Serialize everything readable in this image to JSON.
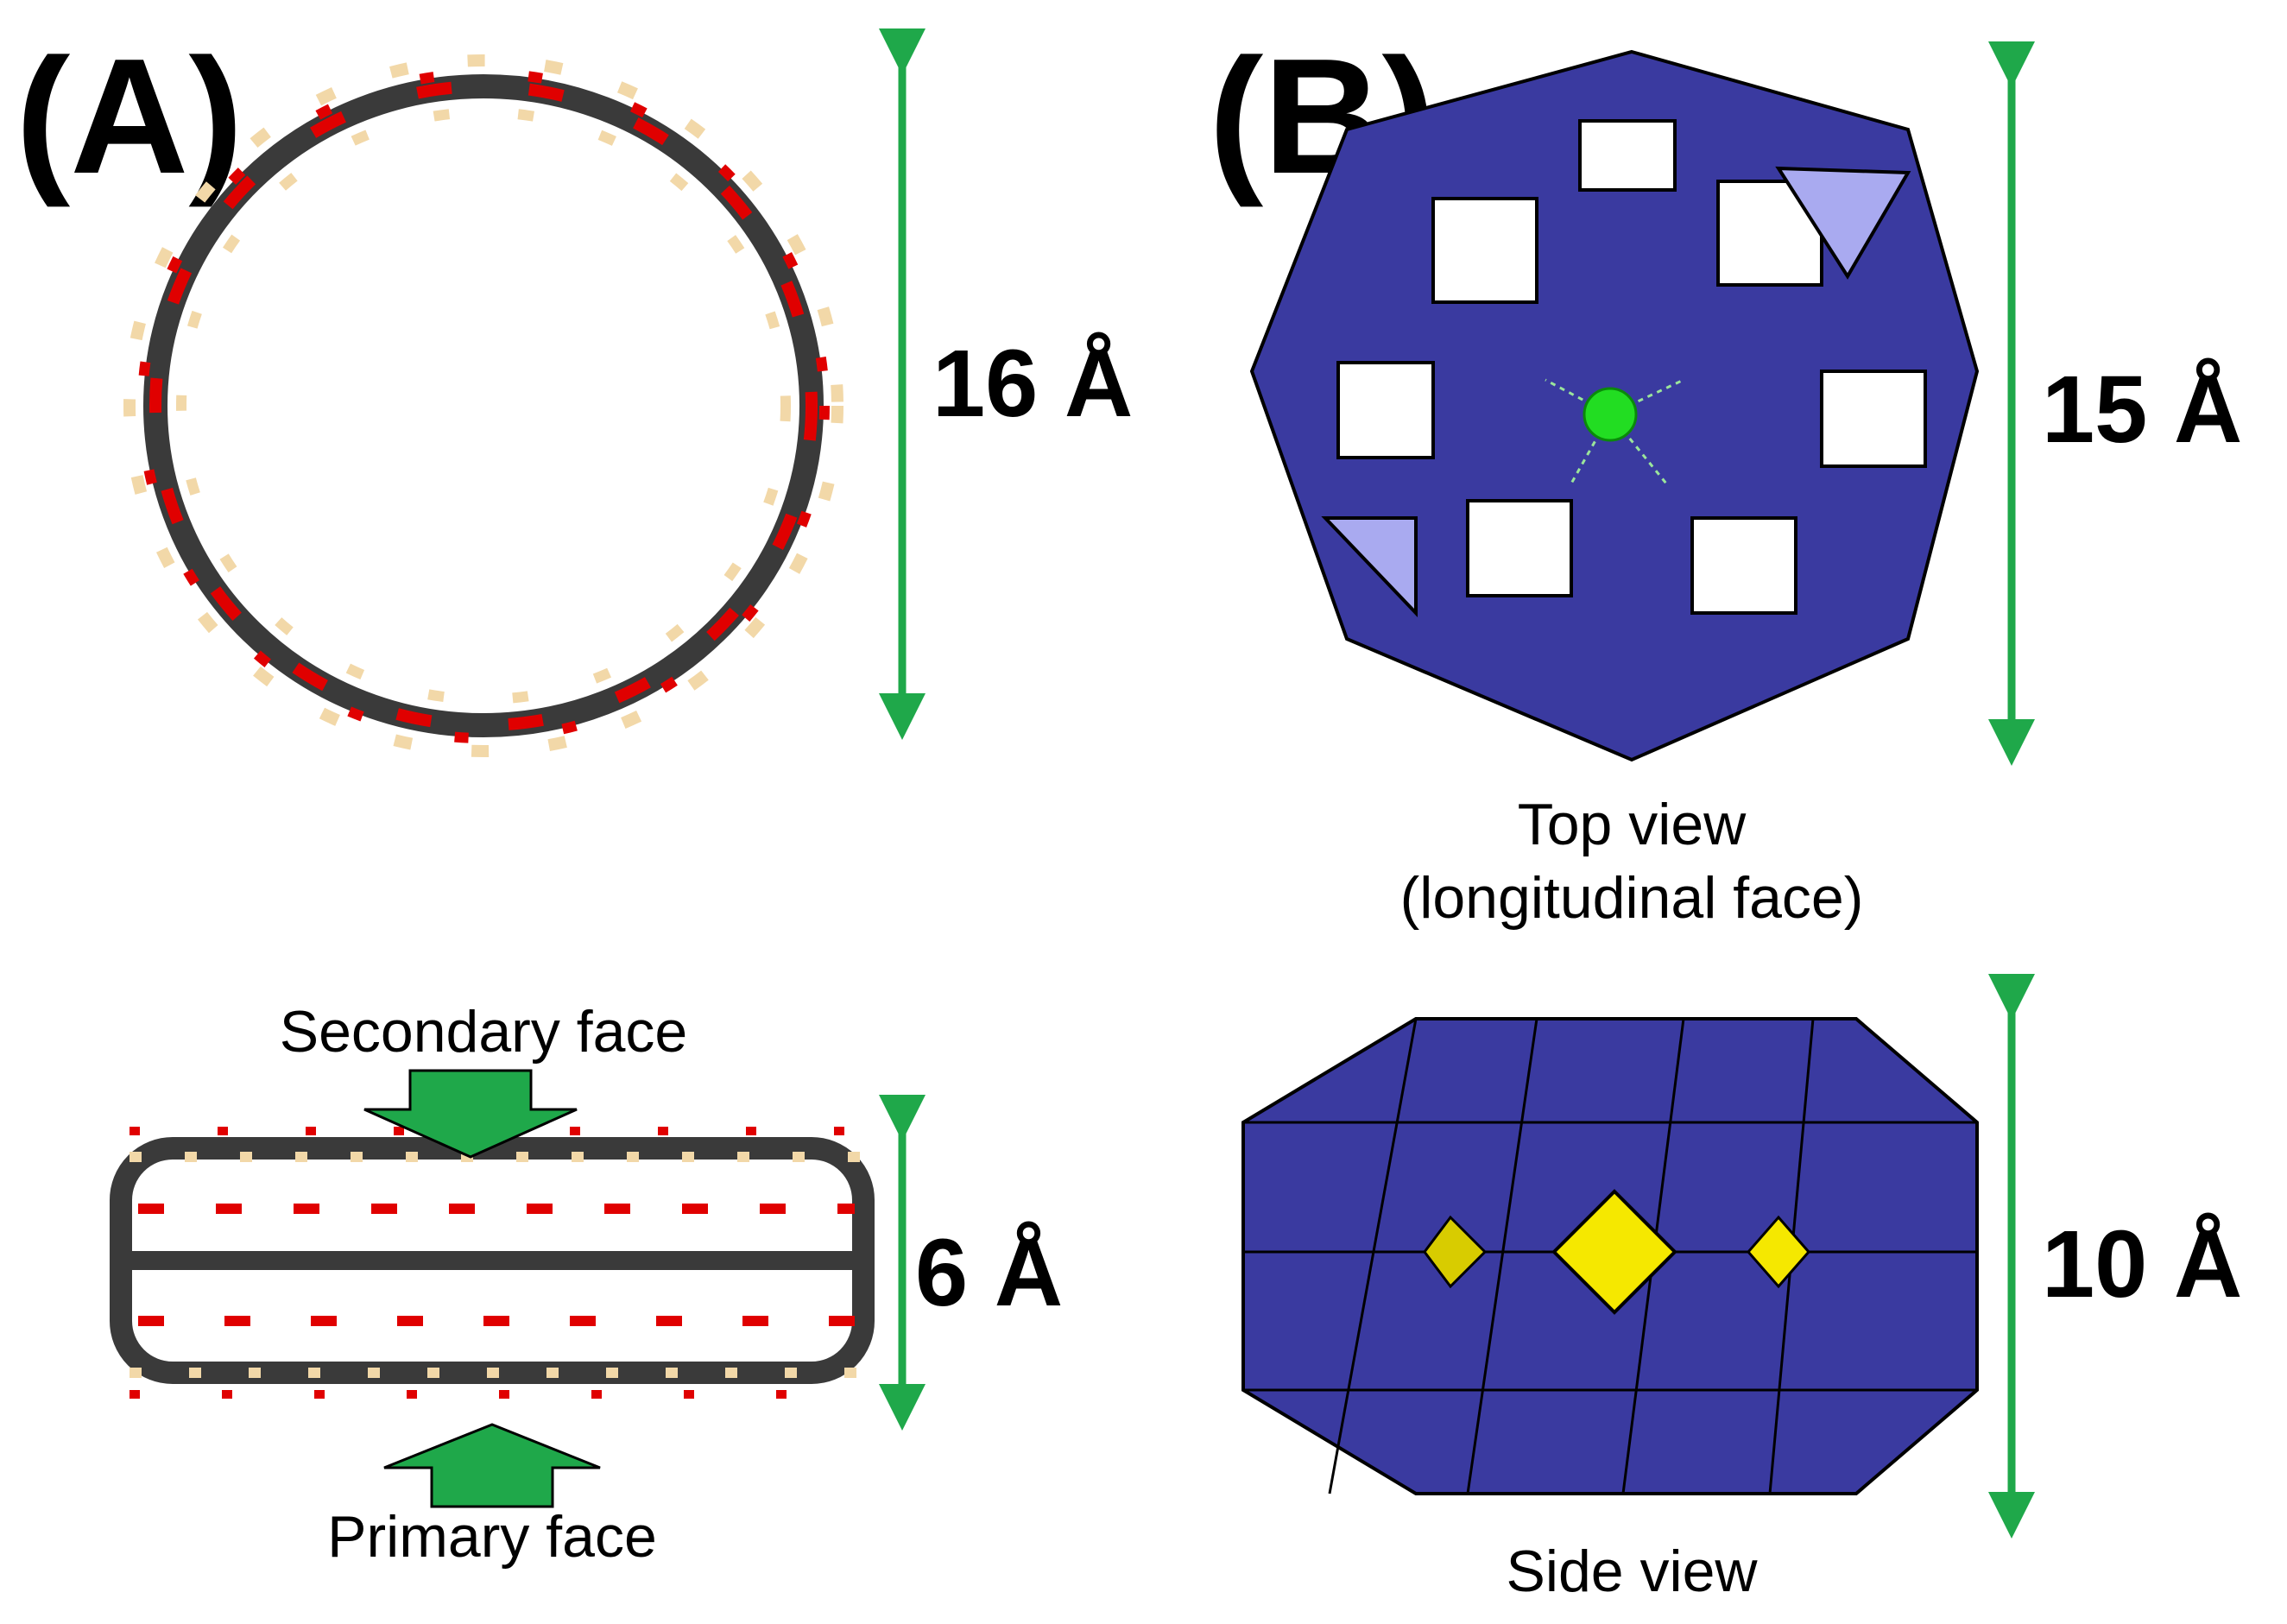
{
  "panels": {
    "a": {
      "label": "(A)",
      "top_dimension": "16 Å",
      "side_dimension": "6 Å",
      "secondary_face": "Secondary face",
      "primary_face": "Primary face"
    },
    "b": {
      "label": "(B)",
      "top_dimension": "15 Å",
      "side_dimension": "10 Å",
      "top_caption_line1": "Top view",
      "top_caption_line2": "(longitudinal face)",
      "side_caption": "Side view"
    }
  },
  "colors": {
    "arrow": "#1fa84a",
    "carbon": "#3a3a3a",
    "oxygen": "#e00000",
    "hydrogen": "#f2d8a8",
    "polyhedron": "#3a3aa0",
    "polyhedron_light": "#a9aaf0",
    "central_atom": "#22dd22",
    "yellow_polyhedron": "#f5e800"
  },
  "icons": [
    "double-arrow-icon",
    "down-arrow-icon",
    "up-arrow-icon"
  ]
}
